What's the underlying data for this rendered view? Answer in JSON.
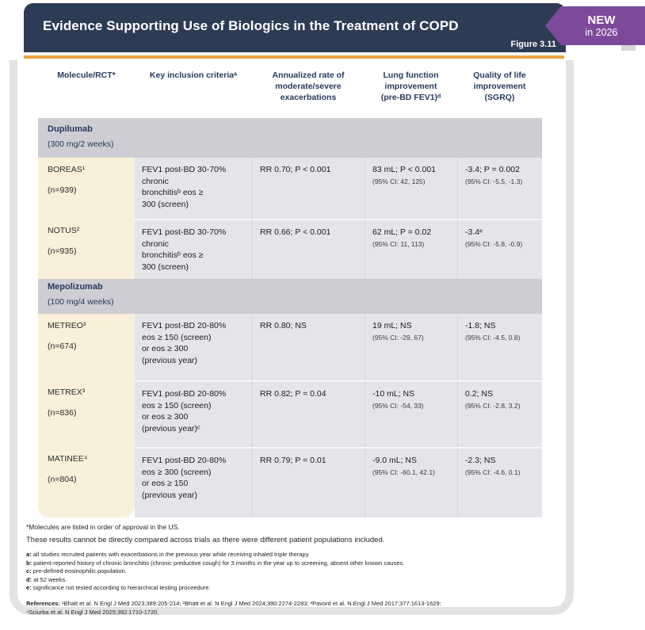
{
  "header": {
    "title": "Evidence Supporting Use of Biologics in the Treatment of COPD",
    "figure_label": "Figure 3.11"
  },
  "ribbon": {
    "line1": "NEW",
    "line2": "in 2026"
  },
  "columns": [
    "Molecule/RCT*",
    "Key inclusion criteriaᵃ",
    "Annualized rate of\nmoderate/severe\nexacerbations",
    "Lung function\nimprovement\n(pre-BD FEV1)ᵈ",
    "Quality of life\nimprovement\n(SGRQ)"
  ],
  "sections": [
    {
      "name": "Dupilumab",
      "dose": "(300 mg/2 weeks)"
    },
    {
      "name": "Mepolizumab",
      "dose": "(100 mg/4 weeks)"
    }
  ],
  "rows": [
    {
      "trial": "BOREAS¹",
      "n": "(n=939)",
      "criteria": "FEV1 post-BD 30-70%\nchronic\nbronchitisᵇ eos ≥\n300 (screen)",
      "rate": "RR 0.70; P < 0.001",
      "lung": "83 mL; P < 0.001",
      "lung_ci": "(95% CI: 42, 125)",
      "qol": "-3.4; P = 0.002",
      "qol_ci": "(95% CI: -5.5, -1.3)"
    },
    {
      "trial": "NOTUS²",
      "n": "(n=935)",
      "criteria": "FEV1 post-BD 30-70%\nchronic\nbronchitisᵇ eos ≥\n300 (screen)",
      "rate": "RR 0.66; P < 0.001",
      "lung": "62 mL; P = 0.02",
      "lung_ci": "(95% CI: 11, 113)",
      "qol": "-3.4ᵉ",
      "qol_ci": "(95% CI: -5.8, -0.9)"
    },
    {
      "trial": "METREO³",
      "n": "(n=674)",
      "criteria": "FEV1 post-BD 20-80%\neos ≥ 150 (screen)\nor eos ≥ 300\n(previous year)",
      "rate": "RR 0.80; NS",
      "lung": "19 mL; NS",
      "lung_ci": "(95% CI: -29, 67)",
      "qol": "-1.8; NS",
      "qol_ci": "(95% CI: -4.5, 0.8)"
    },
    {
      "trial": "METREX³",
      "n": "(n=836)",
      "criteria": "FEV1 post-BD 20-80%\neos ≥ 150 (screen)\nor eos ≥ 300\n(previous year)ᶜ",
      "rate": "RR 0.82; P = 0.04",
      "lung": "-10 mL; NS",
      "lung_ci": "(95% CI: -54, 33)",
      "qol": "0.2; NS",
      "qol_ci": "(95% CI: -2.8, 3.2)"
    },
    {
      "trial": "MATINEE⁴",
      "n": "(n=804)",
      "criteria": "FEV1 post-BD 20-80%\neos ≥ 300 (screen)\nor eos ≥ 150\n(previous year)",
      "rate": "RR 0.79; P = 0.01",
      "lung": "-9.0 mL; NS",
      "lung_ci": "(95% CI: -60.1, 42.1)",
      "qol": "-2.3; NS",
      "qol_ci": "(95% CI: -4.6, 0.1)"
    }
  ],
  "footnotes": {
    "star": "*Molecules are listed in order of approval in the US.",
    "comparison": "These results cannot be directly compared across trials as there were different patient populations included.",
    "notes": [
      {
        "label": "a:",
        "text": "all studies recruited patients with exacerbations in the previous year while receiving inhaled triple therapy."
      },
      {
        "label": "b:",
        "text": "patient-reported history of chronic bronchitis (chronic preductive cough) for 3 months in the year up to screening, absent other known causes."
      },
      {
        "label": "c:",
        "text": "pre-defined eosinophilic population."
      },
      {
        "label": "d:",
        "text": "at 52 weeks."
      },
      {
        "label": "e:",
        "text": "significance not tested according to hierarchical testing proceedure."
      }
    ],
    "references_label": "References:",
    "references_text": "¹Bhatt et al. N Engl J Med 2023;389:205-214; ²Bhatt et al. N Engl J Med 2024;390:2274-2283; ³Pavord et al. N Engl J Med 2017;377:1613-1629;\n⁴Sciurba et al. N Engl J Med 2025;392:1710-1720."
  },
  "colors": {
    "navy": "#2e3b54",
    "accent-orange": "#eda33b",
    "badge-purple": "#7d4a9b",
    "band-gray": "#cecdd3",
    "cell-gray": "#e5e4e8",
    "molecule-beige": "#faf0da",
    "header-text": "#253a5e"
  }
}
